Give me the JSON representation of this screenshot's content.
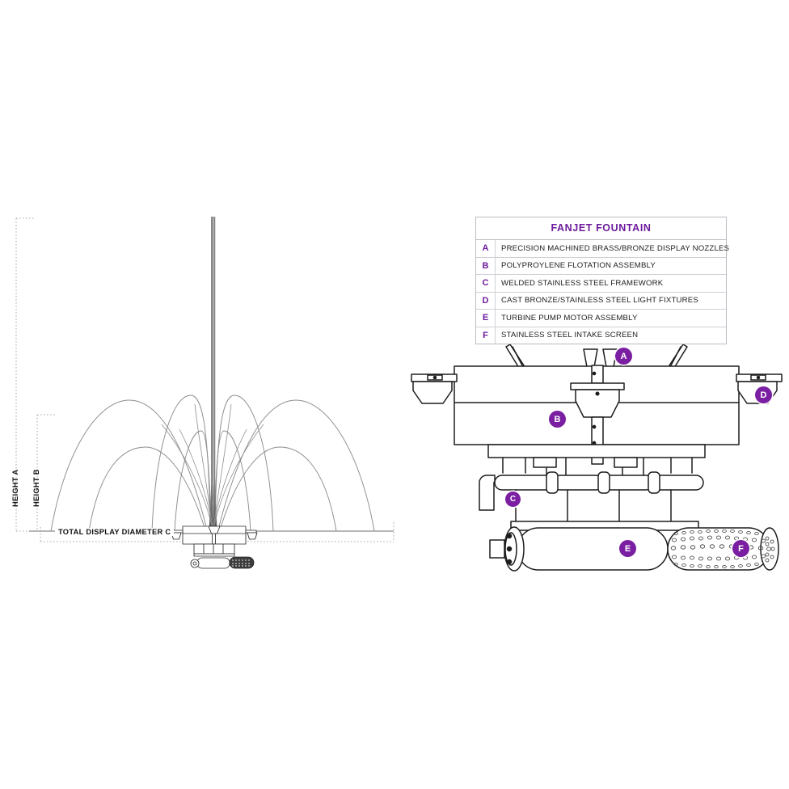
{
  "legend": {
    "title": "FANJET FOUNTAIN",
    "rows": [
      {
        "key": "A",
        "desc": "PRECISION MACHINED BRASS/BRONZE DISPLAY  NOZZLES"
      },
      {
        "key": "B",
        "desc": "POLYPROYLENE FLOTATION ASSEMBLY"
      },
      {
        "key": "C",
        "desc": "WELDED STAINLESS STEEL FRAMEWORK"
      },
      {
        "key": "D",
        "desc": "CAST BRONZE/STAINLESS STEEL LIGHT FIXTURES"
      },
      {
        "key": "E",
        "desc": "TURBINE PUMP MOTOR ASSEMBLY"
      },
      {
        "key": "F",
        "desc": "STAINLESS STEEL INTAKE SCREEN"
      }
    ]
  },
  "dimensions": {
    "height_a": "HEIGHT A",
    "height_b": "HEIGHT B",
    "diameter": "TOTAL DISPLAY DIAMETER C"
  },
  "callouts": {
    "a": "A",
    "b": "B",
    "c": "C",
    "d": "D",
    "e": "E",
    "f": "F"
  },
  "colors": {
    "accent_purple": "#7b1fa2",
    "legend_title": "#6d1b9c",
    "line": "#1d1d1d",
    "spray": "#8a8a8a",
    "dimension": "#9a9a9a",
    "background": "#ffffff"
  },
  "chart_data": {
    "type": "diagram",
    "title": "FANJET FOUNTAIN",
    "views": [
      {
        "name": "spray-profile-elevation",
        "labels": [
          "HEIGHT A",
          "HEIGHT B",
          "TOTAL DISPLAY DIAMETER C"
        ]
      },
      {
        "name": "unit-detail-elevation",
        "labels": [
          "A",
          "B",
          "C",
          "D",
          "E",
          "F"
        ]
      }
    ]
  }
}
